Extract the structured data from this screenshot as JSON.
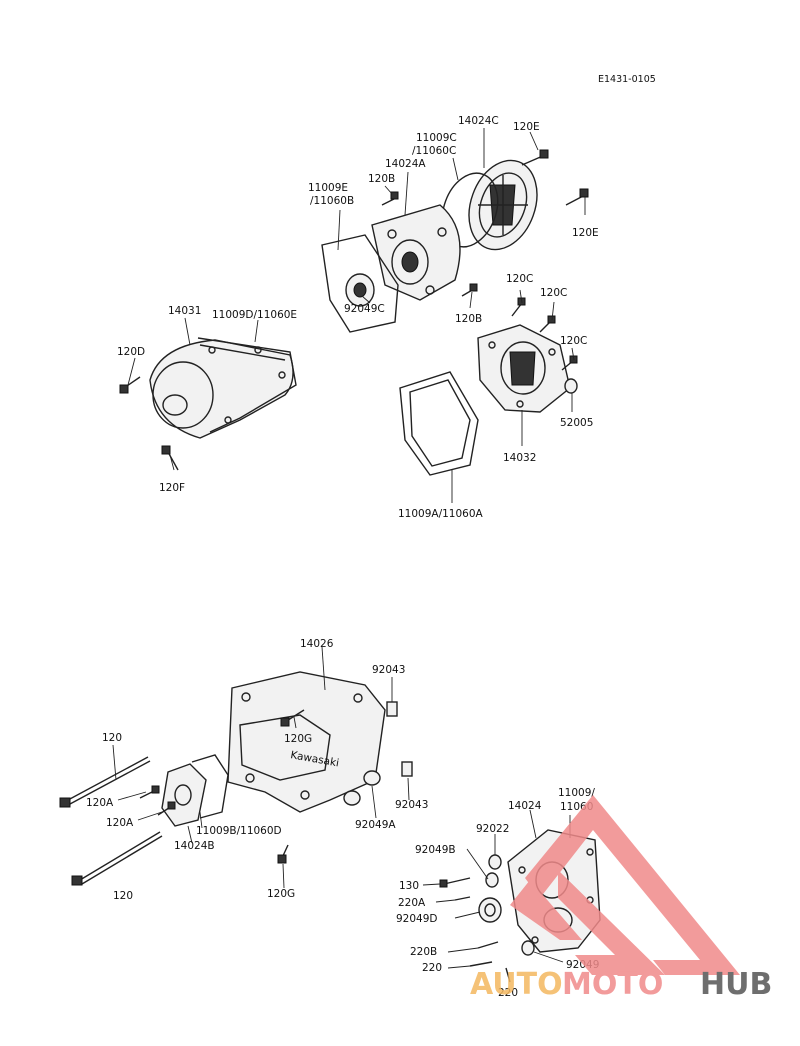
{
  "diagram": {
    "code": "E1431-0105",
    "labels": {
      "l14024C": "14024C",
      "l120E_top": "120E",
      "l11009C": "11009C",
      "l11060C": "/11060C",
      "l14024A": "14024A",
      "l120B_top": "120B",
      "l11009E": "11009E",
      "l11060B": "/11060B",
      "l120E_right": "120E",
      "l92049C": "92049C",
      "l120B_mid": "120B",
      "l120C_1": "120C",
      "l120C_2": "120C",
      "l120C_3": "120C",
      "l14031": "14031",
      "l11009D": "11009D/11060E",
      "l120D": "120D",
      "l52005": "52005",
      "l14032": "14032",
      "l120F": "120F",
      "l11009A": "11009A/11060A",
      "l14026": "14026",
      "l92043_top": "92043",
      "l120_top": "120",
      "l120G_mid": "120G",
      "l120A_1": "120A",
      "l120A_2": "120A",
      "l11009B": "11009B/11060D",
      "l14024B": "14024B",
      "l92043_mid": "92043",
      "l92049A": "92049A",
      "l120_bottom": "120",
      "l120G_bottom": "120G",
      "l14024": "14024",
      "l11009_1": "11009/",
      "l11060": "11060",
      "l92022": "92022",
      "l92049B": "92049B",
      "l130": "130",
      "l220A": "220A",
      "l92049D": "92049D",
      "l220B": "220B",
      "l220_1": "220",
      "l92049": "92049",
      "l220_2": "220"
    }
  },
  "watermark": {
    "text_a": "AUTO",
    "text_b": "MOTO",
    "text_c": "HUB",
    "color_primary": "#f08a8a",
    "color_hub": "#555555",
    "color_auto": "#f4b860"
  }
}
